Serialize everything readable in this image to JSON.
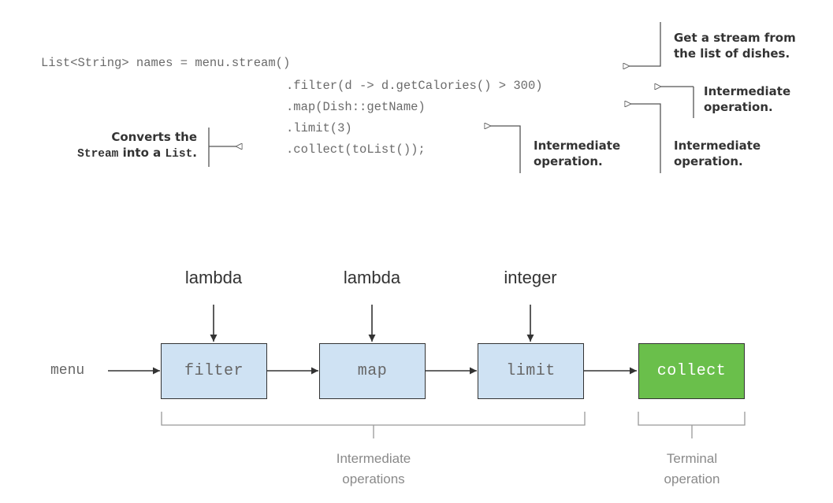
{
  "code": {
    "lines": [
      "List<String> names = menu.stream()",
      ".filter(d -> d.getCalories() > 300)",
      ".map(Dish::getName)",
      ".limit(3)",
      ".collect(toList());"
    ]
  },
  "annotations": {
    "stream": {
      "line1": "Get a stream from",
      "line2": "the list of dishes."
    },
    "filter": {
      "line1": "Intermediate",
      "line2": "operation."
    },
    "map": {
      "line1": "Intermediate",
      "line2": "operation."
    },
    "limit": {
      "line1": "Intermediate",
      "line2": "operation."
    },
    "collect": {
      "line1": "Converts the",
      "line2_code1": "Stream",
      "line2_text1": " into a ",
      "line2_code2": "List",
      "line2_text2": "."
    }
  },
  "pipeline": {
    "source": "menu",
    "ops": [
      {
        "name": "filter",
        "input": "lambda"
      },
      {
        "name": "map",
        "input": "lambda"
      },
      {
        "name": "limit",
        "input": "integer"
      },
      {
        "name": "collect"
      }
    ],
    "intermediate_caption": {
      "line1": "Intermediate",
      "line2": "operations"
    },
    "terminal_caption": {
      "line1": "Terminal",
      "line2": "operation"
    }
  },
  "colors": {
    "intermediate_box": "#cfe2f3",
    "terminal_box": "#6abf4b",
    "line": "#333333"
  }
}
